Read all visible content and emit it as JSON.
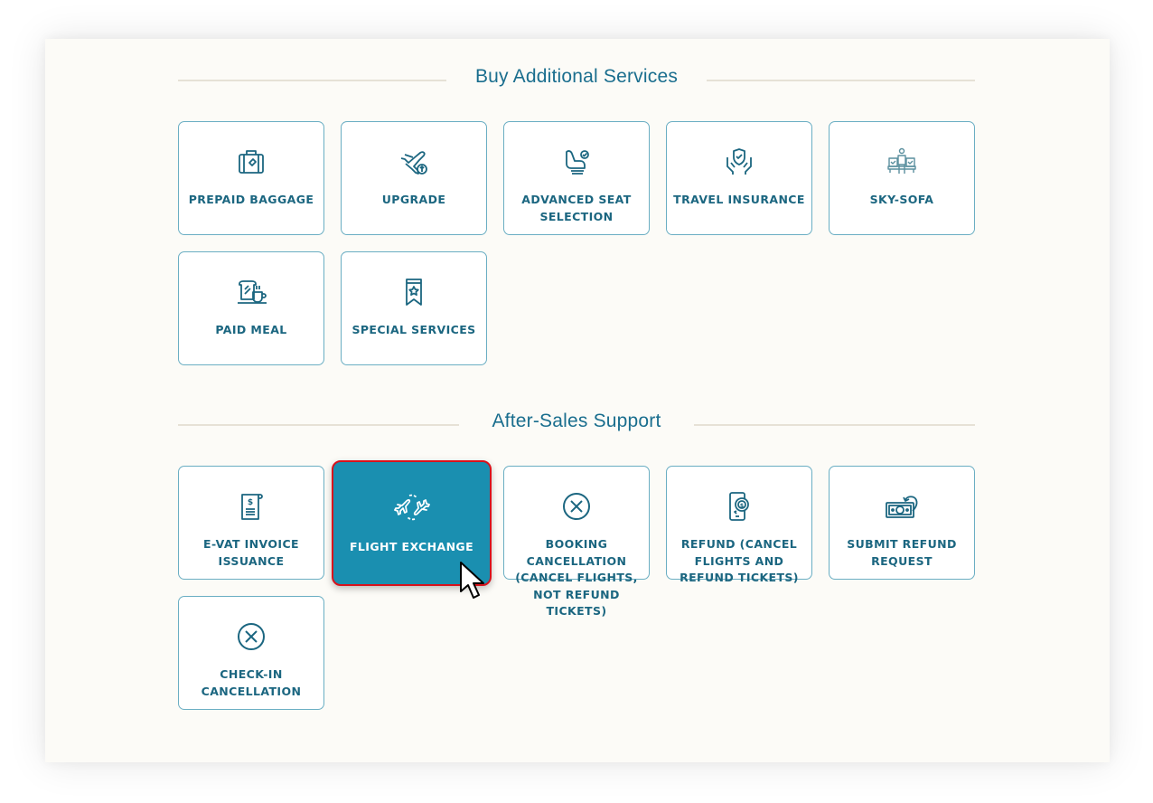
{
  "colors": {
    "accent": "#1a8fb0",
    "text": "#1b6680",
    "heading": "#1a6e8e",
    "card_border": "#6aaec3",
    "active_border": "#d8121c",
    "panel_bg": "#fcfbf7",
    "divider": "#e6e1d6"
  },
  "sections": {
    "buy_additional_services": {
      "title": "Buy Additional Services",
      "items": [
        {
          "label": "PREPAID BAGGAGE",
          "icon": "baggage-icon"
        },
        {
          "label": "UPGRADE",
          "icon": "plane-upgrade-icon"
        },
        {
          "label": "ADVANCED SEAT SELECTION",
          "icon": "seat-check-icon"
        },
        {
          "label": "TRAVEL INSURANCE",
          "icon": "shield-hands-icon"
        },
        {
          "label": "SKY-SOFA",
          "icon": "sky-sofa-icon"
        },
        {
          "label": "PAID MEAL",
          "icon": "meal-icon"
        },
        {
          "label": "SPECIAL SERVICES",
          "icon": "ribbon-star-icon"
        }
      ]
    },
    "after_sales_support": {
      "title": "After-Sales Support",
      "items": [
        {
          "label": "E-VAT INVOICE ISSUANCE",
          "icon": "invoice-icon"
        },
        {
          "label": "FLIGHT EXCHANGE",
          "icon": "flight-exchange-icon",
          "selected": true
        },
        {
          "label": "BOOKING CANCELLATION (CANCEL FLIGHTS, NOT REFUND TICKETS)",
          "icon": "cancel-circle-icon"
        },
        {
          "label": "REFUND (CANCEL FLIGHTS AND REFUND TICKETS)",
          "icon": "phone-refund-icon"
        },
        {
          "label": "SUBMIT REFUND REQUEST",
          "icon": "money-return-icon"
        },
        {
          "label": "CHECK-IN CANCELLATION",
          "icon": "cancel-circle-icon"
        }
      ]
    }
  }
}
